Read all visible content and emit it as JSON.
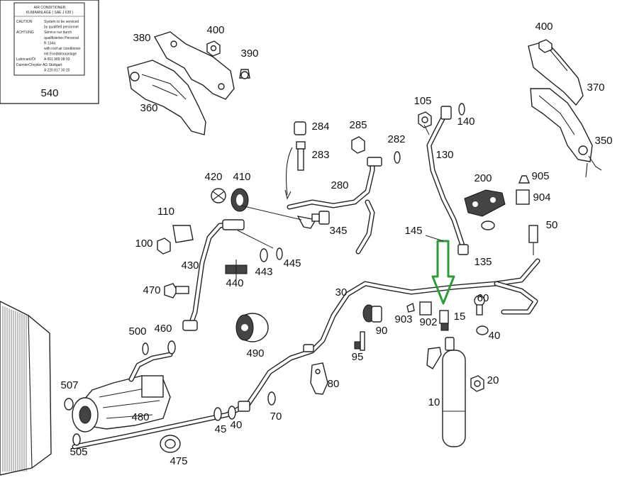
{
  "colors": {
    "arrow": "#2e9a3a",
    "line": "#222222",
    "background": "#ffffff"
  },
  "label_plate": {
    "title_line1": "AIR CONDITIONER",
    "title_line2": "KLIMAANLAGE ( SAE J 639 )",
    "rows": [
      {
        "left": "CAUTION",
        "right": "System to be serviced"
      },
      {
        "left": "",
        "right": "by qualified personnel"
      },
      {
        "left": "ACHTUNG",
        "right": "Service nur durch"
      },
      {
        "left": "",
        "right": "qualifiziertes Personal"
      },
      {
        "left": "",
        "right": "R 134a"
      },
      {
        "left": "",
        "right": "with roof air conditioner"
      },
      {
        "left": "",
        "right": "mit Fondklimaanlage"
      },
      {
        "left": "Lubricant/Öl",
        "right": "A 001 989 08 03"
      },
      {
        "left": "DaimlerChrysler AG Stuttgart",
        "right": ""
      },
      {
        "left": "",
        "right": "A 220 817 30 20"
      }
    ],
    "part_number": "540"
  },
  "callouts": [
    "380",
    "400",
    "390",
    "360",
    "400",
    "370",
    "350",
    "105",
    "140",
    "130",
    "284",
    "283",
    "285",
    "282",
    "280",
    "420",
    "410",
    "345",
    "200",
    "905",
    "904",
    "50",
    "110",
    "100",
    "145",
    "135",
    "430",
    "440",
    "443",
    "445",
    "470",
    "30",
    "60",
    "40",
    "903",
    "902",
    "15",
    "90",
    "95",
    "490",
    "500",
    "460",
    "507",
    "480",
    "505",
    "45",
    "40",
    "70",
    "80",
    "10",
    "20",
    "475"
  ],
  "highlight": {
    "arrow_target": "15"
  }
}
